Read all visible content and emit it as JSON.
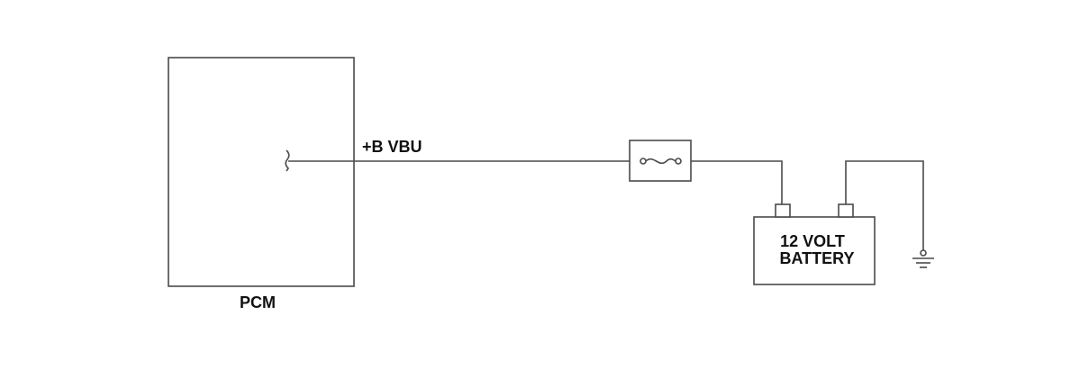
{
  "labels": {
    "pcm": "PCM",
    "circuit": "+B VBU",
    "battery_line1": "12 VOLT",
    "battery_line2": "BATTERY"
  },
  "colors": {
    "line": "#4a4a4a",
    "text": "#111111",
    "background": "#ffffff"
  },
  "icons": {
    "fuse": "fuse-icon",
    "ground": "ground-icon",
    "connector": "connector-icon"
  }
}
